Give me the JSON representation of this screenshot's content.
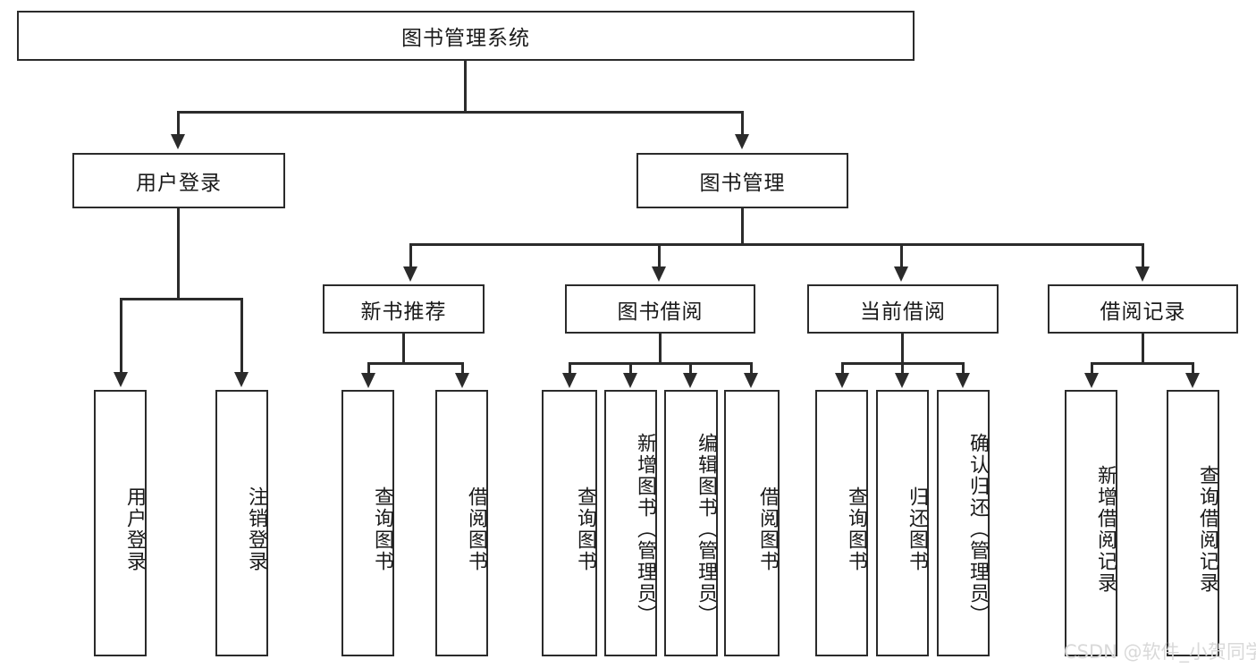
{
  "diagram": {
    "title_node": "图书管理系统",
    "level2": [
      {
        "label": "用户登录"
      },
      {
        "label": "图书管理"
      }
    ],
    "level3": [
      {
        "label": "新书推荐"
      },
      {
        "label": "图书借阅"
      },
      {
        "label": "当前借阅"
      },
      {
        "label": "借阅记录"
      }
    ],
    "leaves": {
      "user_login": [
        {
          "label": "用户登录"
        },
        {
          "label": "注销登录"
        }
      ],
      "new_book_recommend": [
        {
          "label": "查询图书"
        },
        {
          "label": "借阅图书"
        }
      ],
      "book_borrow": [
        {
          "label": "查询图书"
        },
        {
          "label": "新增图书（管理员）"
        },
        {
          "label": "编辑图书（管理员）"
        },
        {
          "label": "借阅图书"
        }
      ],
      "current_borrow": [
        {
          "label": "查询图书"
        },
        {
          "label": "归还图书"
        },
        {
          "label": "确认归还（管理员）"
        }
      ],
      "borrow_record": [
        {
          "label": "新增借阅记录"
        },
        {
          "label": "查询借阅记录"
        }
      ]
    }
  },
  "watermark": {
    "text": "CSDN @软件_小贺同学"
  },
  "colors": {
    "border": "#2b2b2b",
    "background": "#ffffff",
    "text": "#1a1a1a",
    "watermark": "#d9d9d9"
  }
}
